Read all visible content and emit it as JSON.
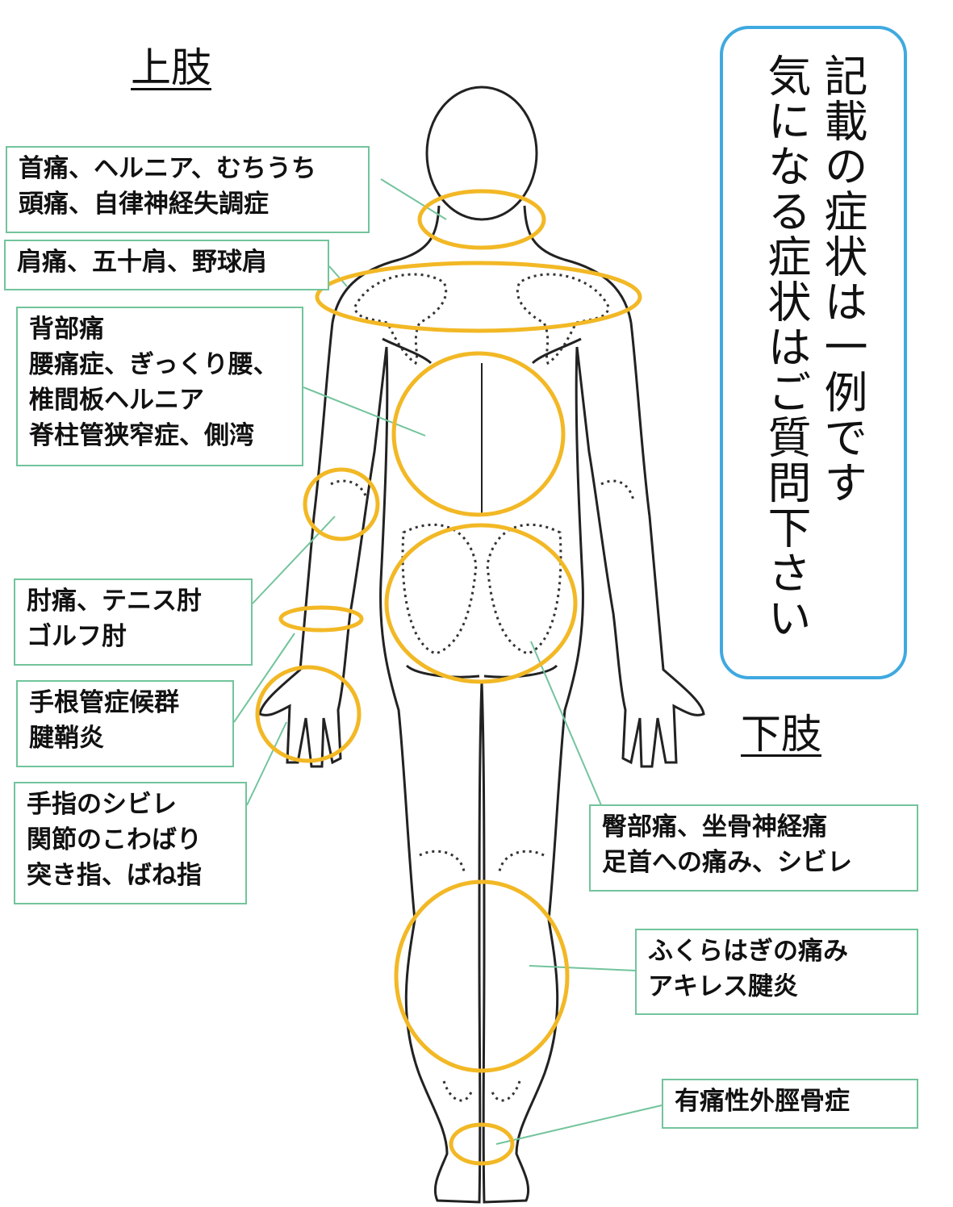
{
  "headings": {
    "upper": "上肢",
    "lower": "下肢"
  },
  "note": {
    "line1": "記載の症状は一例です",
    "line2": "気になる症状はご質問下さい"
  },
  "colors": {
    "highlight": "#f2b825",
    "box_border": "#72c49c",
    "note_border": "#3fa9e0",
    "leader": "#72c49c"
  },
  "labels": [
    {
      "lines": [
        "首痛、ヘルニア、むちうち",
        "頭痛、自律神経失調症"
      ]
    },
    {
      "lines": [
        "肩痛、五十肩、野球肩"
      ]
    },
    {
      "lines": [
        "背部痛",
        "腰痛症、ぎっくり腰、",
        "椎間板ヘルニア",
        "脊柱管狭窄症、側湾"
      ]
    },
    {
      "lines": [
        "肘痛、テニス肘",
        "ゴルフ肘"
      ]
    },
    {
      "lines": [
        "手根管症候群",
        "腱鞘炎"
      ]
    },
    {
      "lines": [
        "手指のシビレ",
        "関節のこわばり",
        "突き指、ばね指"
      ]
    },
    {
      "lines": [
        "臀部痛、坐骨神経痛",
        "足首への痛み、シビレ"
      ]
    },
    {
      "lines": [
        "ふくらはぎの痛み",
        "アキレス腱炎"
      ]
    },
    {
      "lines": [
        "有痛性外脛骨症"
      ]
    }
  ]
}
